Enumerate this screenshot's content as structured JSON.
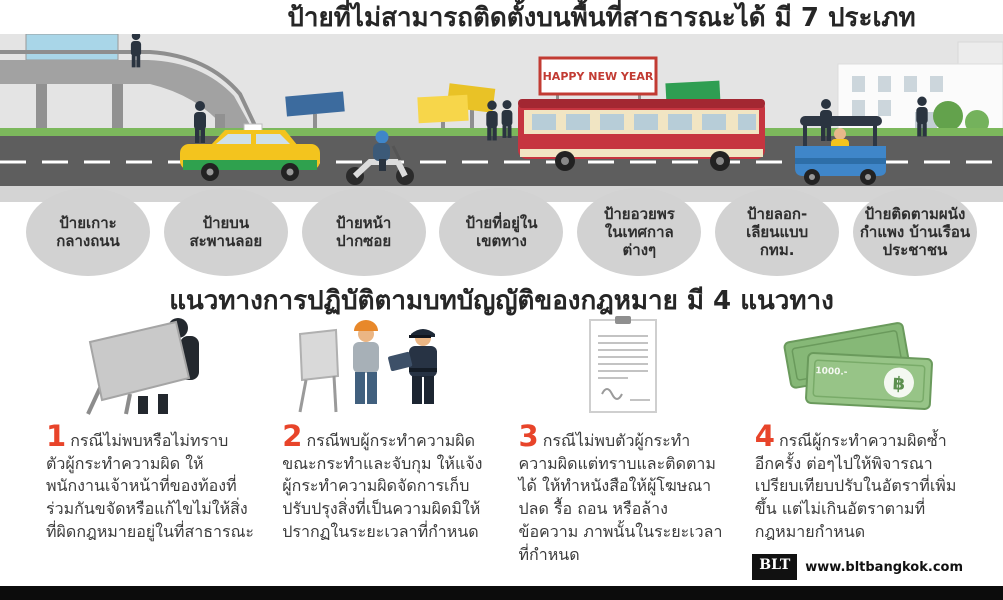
{
  "header": {
    "title": "ป้ายที่ไม่สามารถติดตั้งบนพื้นที่สาธารณะได้ มี 7 ประเภท"
  },
  "scene": {
    "bus_banner": "HAPPY NEW YEAR"
  },
  "sign_types": [
    "ป้ายเกาะ\nกลางถนน",
    "ป้ายบน\nสะพานลอย",
    "ป้ายหน้า\nปากซอย",
    "ป้ายที่อยู่ใน\nเขตทาง",
    "ป้ายอวยพร\nในเทศกาล\nต่างๆ",
    "ป้ายลอก-\nเลียนแบบ\nกทม.",
    "ป้ายติดตามผนัง\nกำแพง บ้านเรือน\nประชาชน"
  ],
  "guidelines": {
    "title": "แนวทางการปฏิบัติตามบทบัญญัติของกฎหมาย มี 4 แนวทาง",
    "items": [
      {
        "number": "1",
        "icon": "worker-removing-sign",
        "text": "กรณีไม่พบหรือไม่ทราบตัวผู้กระทำความผิด ให้พนักงานเจ้าหน้าที่ของท้องที่ร่วมกันขจัดหรือแก้ไขไม่ให้สิ่งที่ผิดกฎหมายอยู่ในที่สาธารณะ"
      },
      {
        "number": "2",
        "icon": "officer-arresting-offender",
        "text": "กรณีพบผู้กระทำความผิดขณะกระทำและจับกุม ให้แจ้งผู้กระทำความผิดจัดการเก็บ ปรับปรุงสิ่งที่เป็นความผิดมิให้ปรากฏในระยะเวลาที่กำหนด"
      },
      {
        "number": "3",
        "icon": "legal-notice-document",
        "text": "กรณีไม่พบตัวผู้กระทำความผิดแต่ทราบและติดตามได้ ให้ทำหนังสือให้ผู้โฆษณา ปลด รื้อ ถอน หรือล้างข้อความ ภาพนั้นในระยะเวลาที่กำหนด"
      },
      {
        "number": "4",
        "icon": "fine-banknotes",
        "text": "กรณีผู้กระทำความผิดซ้ำอีกครั้ง ต่อๆไปให้พิจารณาเปรียบเทียบปรับในอัตราที่เพิ่มขึ้น แต่ไม่เกินอัตราตามที่กฎหมายกำหนด"
      }
    ]
  },
  "icons": {
    "baht_symbol": "฿",
    "banknote_text": "1000.-"
  },
  "footer": {
    "logo": "BLT",
    "website": "www.bltbangkok.com"
  },
  "colors": {
    "number_accent": "#e8442a",
    "circle_bg": "#d2d2d2",
    "scene_sky": "#e4e4e4",
    "road": "#5e5e5e",
    "grass": "#7cb85c",
    "bus_red": "#c63540",
    "taxi_yellow": "#f3c41e",
    "taxi_green": "#2fa14e",
    "tuktuk_blue": "#3f86c9",
    "sign_blue": "#3c6b9e",
    "sign_yellow": "#f2cc35",
    "sign_green": "#2f9e52"
  }
}
